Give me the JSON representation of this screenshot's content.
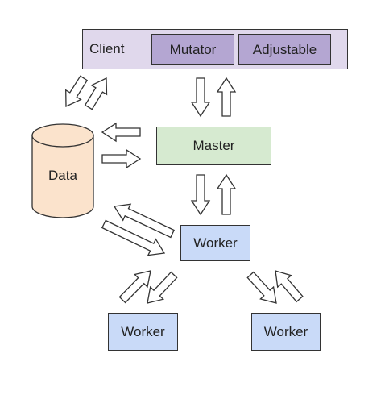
{
  "client": {
    "label": "Client"
  },
  "mutator": {
    "label": "Mutator"
  },
  "adjustable": {
    "label": "Adjustable"
  },
  "master": {
    "label": "Master"
  },
  "data_store": {
    "label": "Data"
  },
  "workers": [
    {
      "label": "Worker"
    },
    {
      "label": "Worker"
    },
    {
      "label": "Worker"
    }
  ],
  "colors": {
    "client_bg": "#e0d8ec",
    "component_bg": "#b4a6d2",
    "master_bg": "#d6ead0",
    "worker_bg": "#c9daf8",
    "data_bg": "#fbe3cc",
    "outline": "#333333"
  },
  "arrows": [
    {
      "name": "arrow-data-to-client",
      "from": "Data",
      "to": "Client"
    },
    {
      "name": "arrow-client-to-data",
      "from": "Client",
      "to": "Data"
    },
    {
      "name": "arrow-client-to-master",
      "from": "Client",
      "to": "Master"
    },
    {
      "name": "arrow-master-to-client",
      "from": "Master",
      "to": "Client"
    },
    {
      "name": "arrow-master-to-data",
      "from": "Master",
      "to": "Data"
    },
    {
      "name": "arrow-data-to-master",
      "from": "Data",
      "to": "Master"
    },
    {
      "name": "arrow-master-to-worker",
      "from": "Master",
      "to": "Worker"
    },
    {
      "name": "arrow-worker-to-master",
      "from": "Worker",
      "to": "Master"
    },
    {
      "name": "arrow-worker-to-data",
      "from": "Worker",
      "to": "Data"
    },
    {
      "name": "arrow-data-to-worker",
      "from": "Data",
      "to": "Worker"
    },
    {
      "name": "arrow-worker-left-to-worker",
      "from": "Worker",
      "to": "Worker"
    },
    {
      "name": "arrow-worker-to-worker-left",
      "from": "Worker",
      "to": "Worker"
    },
    {
      "name": "arrow-worker-to-worker-right",
      "from": "Worker",
      "to": "Worker"
    },
    {
      "name": "arrow-worker-right-to-worker",
      "from": "Worker",
      "to": "Worker"
    }
  ]
}
